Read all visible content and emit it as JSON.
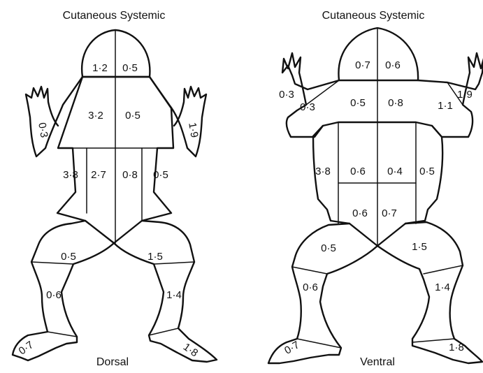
{
  "dorsal": {
    "header": "Cutaneous Systemic",
    "view_label": "Dorsal",
    "regions": {
      "head_left": "1·2",
      "head_right": "0·5",
      "shoulder_left": "3·2",
      "shoulder_right": "0·5",
      "arm_left": "0·3",
      "arm_right": "1·9",
      "flank_left": "3·8",
      "back_left": "2·7",
      "back_right": "0·8",
      "flank_right": "0·5",
      "thigh_left": "0·5",
      "thigh_right": "1·5",
      "shank_left": "0·6",
      "shank_right": "1·4",
      "foot_left": "0·7",
      "foot_right": "1·8"
    }
  },
  "ventral": {
    "header": "Cutaneous Systemic",
    "view_label": "Ventral",
    "regions": {
      "head_left": "0·7",
      "head_right": "0·6",
      "arm_left": "0·3",
      "arm_right": "1·9",
      "shoulder_outer_left": "0·3",
      "chest_left": "0·5",
      "chest_right": "0·8",
      "shoulder_outer_right": "1·1",
      "flank_left": "3·8",
      "belly_left": "0·6",
      "belly_right": "0·4",
      "flank_right": "0·5",
      "pelvis_left": "0·6",
      "pelvis_right": "0·7",
      "thigh_left": "0·5",
      "thigh_right": "1·5",
      "shank_left": "0·6",
      "shank_right": "1·4",
      "foot_left": "0·7",
      "foot_right": "1·8"
    }
  }
}
